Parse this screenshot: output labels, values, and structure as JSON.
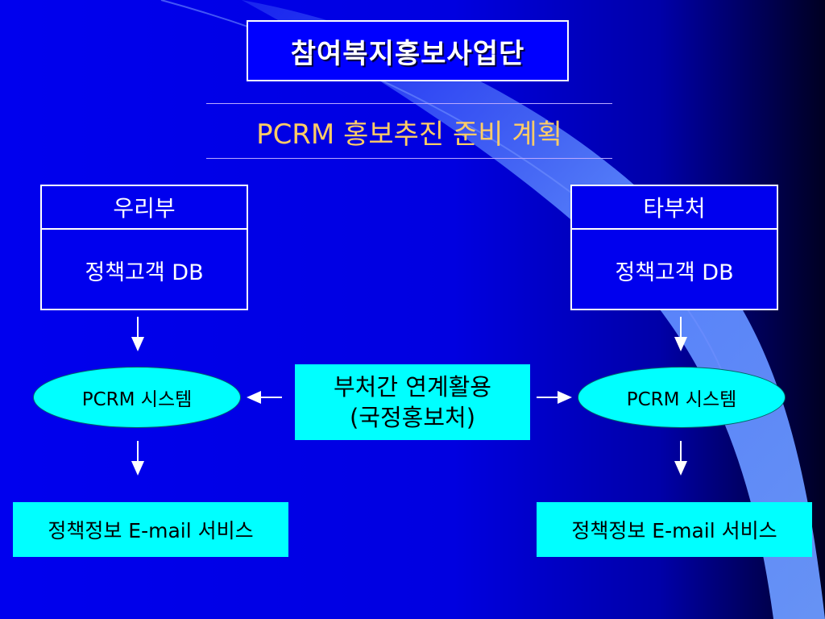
{
  "title": "참여복지홍보사업단",
  "subtitle": "PCRM 홍보추진 준비 계획",
  "left": {
    "header": "우리부",
    "db": "정책고객 DB",
    "system": "PCRM 시스템",
    "service": "정책정보 E-mail 서비스"
  },
  "right": {
    "header": "타부처",
    "db": "정책고객 DB",
    "system": "PCRM 시스템",
    "service": "정책정보 E-mail 서비스"
  },
  "center": {
    "line1": "부처간 연계활용",
    "line2": "(국정홍보처)"
  },
  "colors": {
    "background": "#0000e6",
    "title_box": "#0000ff",
    "subtitle_text": "#ffcc66",
    "node_fill": "#00ffff",
    "accent_swoosh": "#5d8bff"
  }
}
